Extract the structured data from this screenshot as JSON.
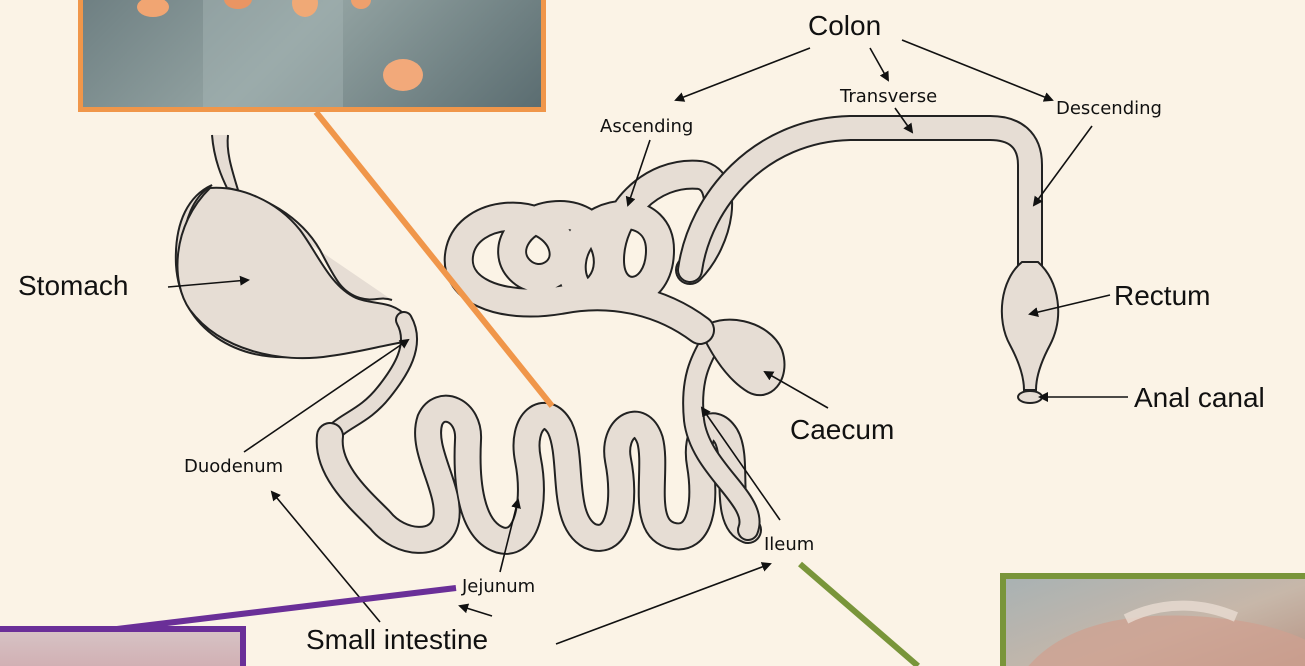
{
  "labels": {
    "colon": "Colon",
    "transverse": "Transverse",
    "ascending": "Ascending",
    "descending": "Descending",
    "stomach": "Stomach",
    "rectum": "Rectum",
    "anal_canal": "Anal canal",
    "caecum": "Caecum",
    "duodenum": "Duodenum",
    "ileum": "Ileum",
    "jejunum": "Jejunum",
    "small_intestine": "Small intestine"
  },
  "colors": {
    "background": "#fbf3e6",
    "organ_fill": "#e6ddd4",
    "outline": "#222222",
    "callout_orange": "#f0964a",
    "callout_purple": "#6a2f98",
    "callout_green": "#79953a"
  }
}
